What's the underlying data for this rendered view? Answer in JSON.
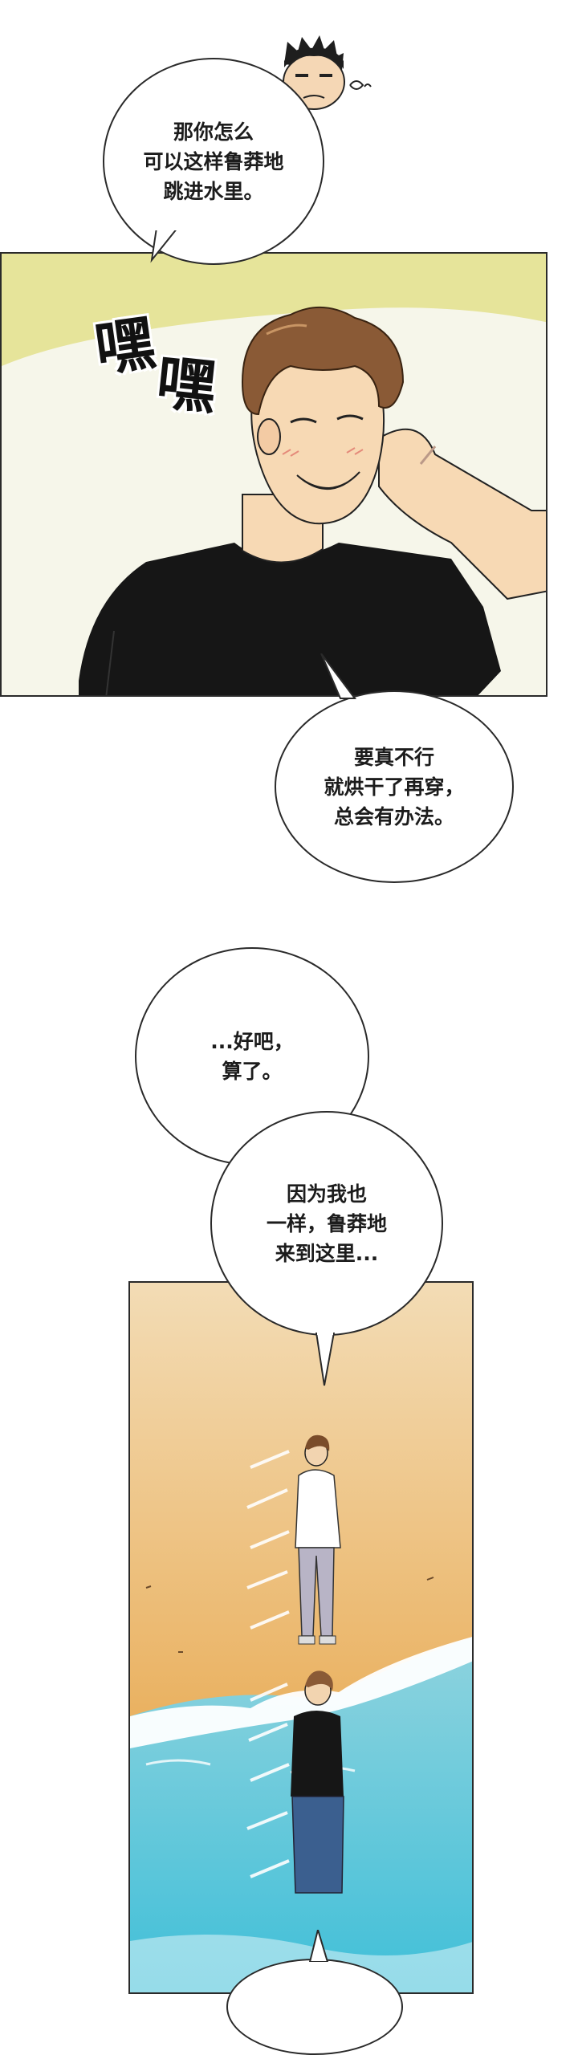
{
  "bubbles": {
    "b1": "那你怎么\n可以这样鲁莽地\n跳进水里。",
    "b2": "要真不行\n就烘干了再穿，\n总会有办法。",
    "b3": "...好吧，\n算了。",
    "b4": "因为我也\n一样，鲁莽地\n来到这里..."
  },
  "sfx": {
    "laugh_1": "嘿",
    "laugh_2": "嘿"
  },
  "colors": {
    "panel1_sky": "#e6e49a",
    "panel1_sand": "#f6f6ea",
    "shirt": "#161616",
    "hair": "#8a5a36",
    "skin": "#f7d9b4",
    "sand_top": "#f1d2a6",
    "sand_bottom": "#e9b25f",
    "sea": "#5fc7dc",
    "foam": "#ffffff"
  }
}
